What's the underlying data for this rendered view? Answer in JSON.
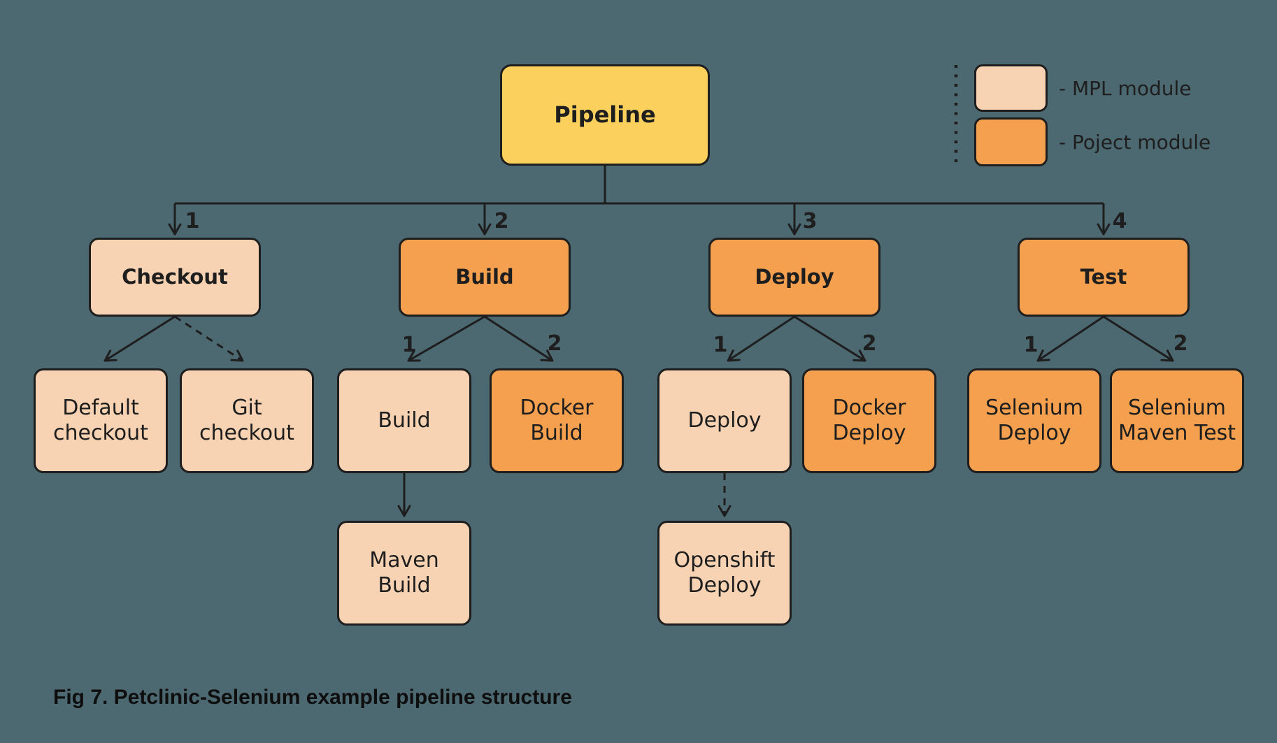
{
  "colors": {
    "bg": "#4C6870",
    "yellow": "#FBD05C",
    "peach": "#F7D3B3",
    "orange": "#F4A04F",
    "line": "#1E1E1E",
    "text": "#1E1E1E",
    "caption": "#0E0E0E"
  },
  "nodes": {
    "pipeline": {
      "label": "Pipeline"
    },
    "checkout": {
      "label": "Checkout"
    },
    "build": {
      "label": "Build"
    },
    "deploy": {
      "label": "Deploy"
    },
    "test": {
      "label": "Test"
    },
    "default_checkout": {
      "label": "Default\ncheckout"
    },
    "git_checkout": {
      "label": "Git\ncheckout"
    },
    "build_child": {
      "label": "Build"
    },
    "docker_build": {
      "label": "Docker\nBuild"
    },
    "deploy_child": {
      "label": "Deploy"
    },
    "docker_deploy": {
      "label": "Docker\nDeploy"
    },
    "selenium_deploy": {
      "label": "Selenium\nDeploy"
    },
    "selenium_maven_test": {
      "label": "Selenium\nMaven Test"
    },
    "maven_build": {
      "label": "Maven\nBuild"
    },
    "openshift_deploy": {
      "label": "Openshift\nDeploy"
    }
  },
  "edge_labels": {
    "root_checkout": "1",
    "root_build": "2",
    "root_deploy": "3",
    "root_test": "4",
    "build_1": "1",
    "build_2": "2",
    "deploy_1": "1",
    "deploy_2": "2",
    "test_1": "1",
    "test_2": "2"
  },
  "legend": {
    "items": [
      {
        "label": "- MPL module",
        "swatch": "peach"
      },
      {
        "label": "- Poject module",
        "swatch": "orange"
      }
    ]
  },
  "caption": "Fig 7. Petclinic-Selenium example pipeline structure"
}
